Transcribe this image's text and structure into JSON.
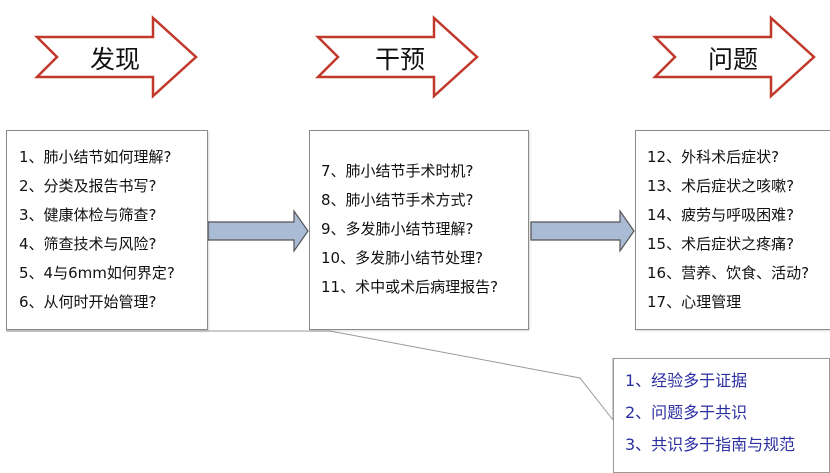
{
  "headers": [
    {
      "label": "发现"
    },
    {
      "label": "干预"
    },
    {
      "label": "问题"
    }
  ],
  "boxes": {
    "left": [
      "1、肺小结节如何理解?",
      "2、分类及报告书写?",
      "3、健康体检与筛查?",
      "4、筛查技术与风险?",
      "5、4与6mm如何界定?",
      "6、从何时开始管理?"
    ],
    "mid": [
      "7、肺小结节手术时机?",
      "8、肺小结节手术方式?",
      "9、多发肺小结节理解?",
      "10、多发肺小结节处理?",
      "11、术中或术后病理报告?"
    ],
    "right": [
      "12、外科术后症状?",
      "13、术后症状之咳嗽?",
      "14、疲劳与呼吸困难?",
      "15、术后症状之疼痛?",
      "16、营养、饮食、活动?",
      "17、心理管理"
    ],
    "bottom": [
      "1、经验多于证据",
      "2、问题多于共识",
      "3、共识多于指南与规范"
    ]
  },
  "colors": {
    "header_arrow_fill": "#ffffff",
    "header_arrow_stroke": "#c0392b",
    "flow_arrow_fill": "#aabbd6",
    "flow_arrow_stroke": "#555555",
    "box_border": "#8a8a8a",
    "bottom_text": "#2b2fa0"
  }
}
